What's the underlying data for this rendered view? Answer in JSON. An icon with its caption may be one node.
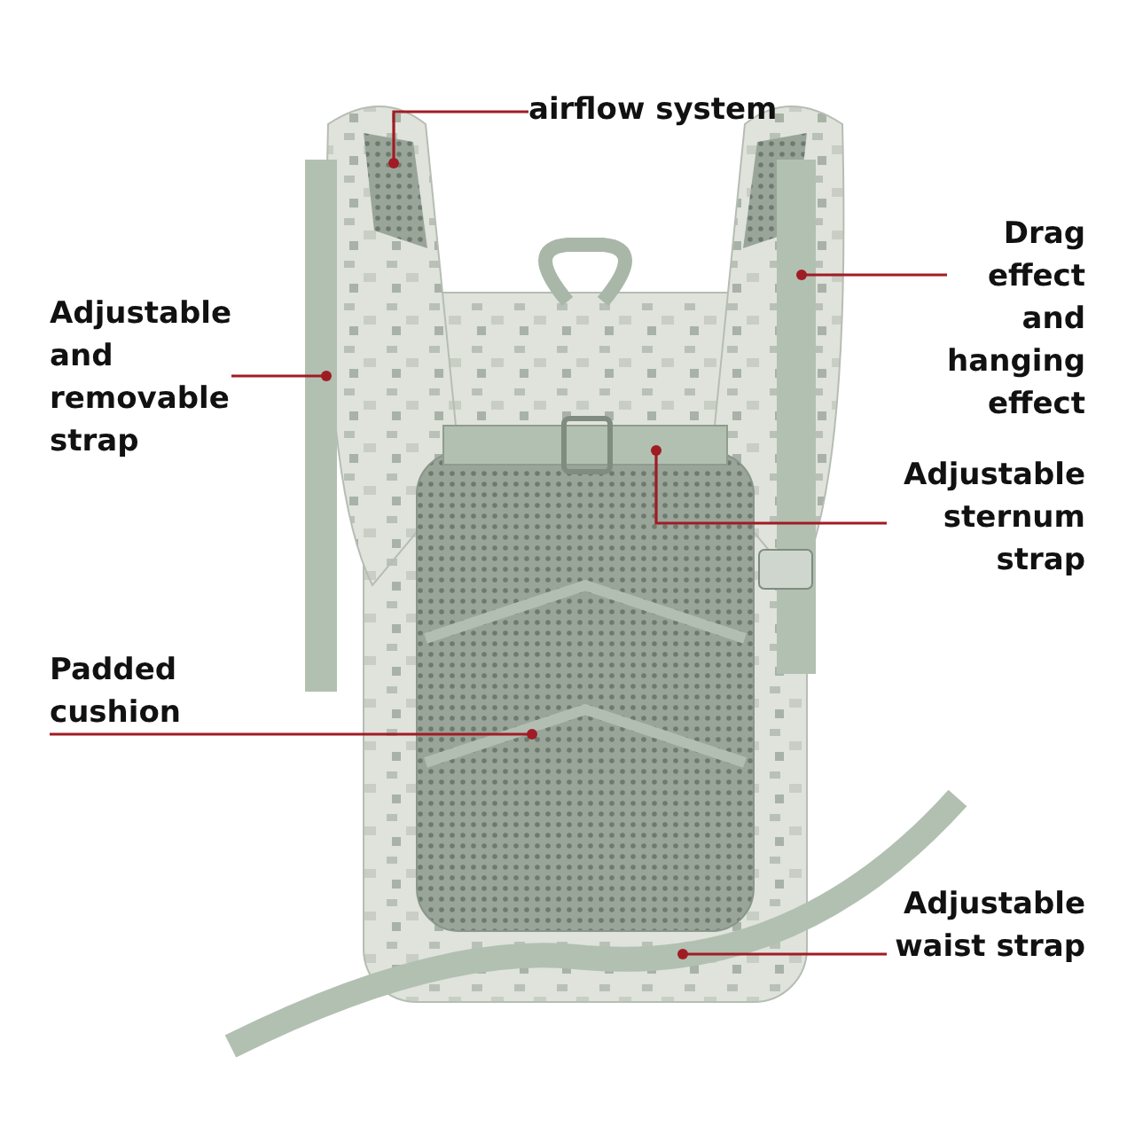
{
  "diagram": {
    "nodes": [
      {
        "text": [
          "airflow system"
        ]
      },
      {
        "text": [
          "Drag effect and hanging effect"
        ]
      },
      {
        "text": [
          "Adjustable and removable strap"
        ]
      },
      {
        "text": [
          "Adjustable sternum strap"
        ]
      },
      {
        "text": [
          "Padded cushion"
        ]
      },
      {
        "text": [
          "Adjustable waist strap"
        ]
      }
    ],
    "edges": [
      {
        "from": 0,
        "to": null,
        "arrow": "other"
      },
      {
        "from": 1,
        "to": null,
        "arrow": "other"
      },
      {
        "from": 2,
        "to": null,
        "arrow": "other"
      },
      {
        "from": 3,
        "to": null,
        "arrow": "other"
      },
      {
        "from": 4,
        "to": null,
        "arrow": "other"
      },
      {
        "from": 5,
        "to": null,
        "arrow": "other"
      }
    ]
  }
}
